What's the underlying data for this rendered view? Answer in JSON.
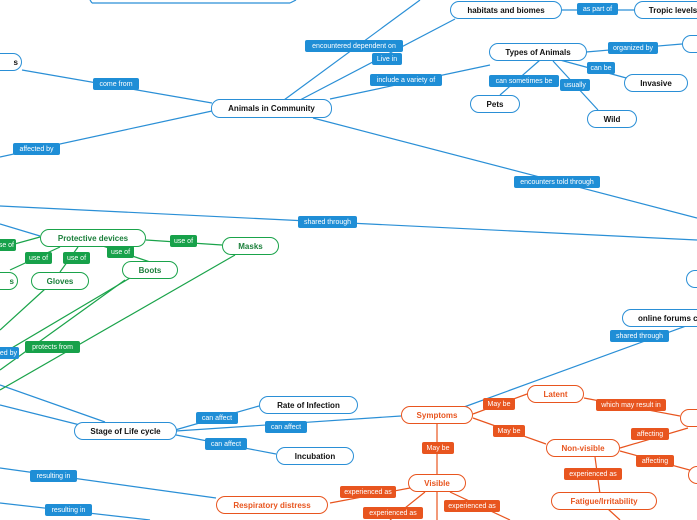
{
  "colors": {
    "blue": "#2a8fd6",
    "green": "#1aa34a",
    "orange": "#e8551f"
  },
  "nodes": {
    "animals_in_community": "Animals in Community",
    "habitats_biomes": "habitats and biomes",
    "tropic_levels": "Tropic levels",
    "types_of_animals": "Types of Animals",
    "invasive": "Invasive",
    "pets": "Pets",
    "wild": "Wild",
    "partial_left_top": "s",
    "protective_devices": "Protective devices",
    "masks": "Masks",
    "boots": "Boots",
    "gloves": "Gloves",
    "partial_left_mid": "s",
    "online_forums": "online forums c",
    "stage_of_life_cycle": "Stage of Life cycle",
    "rate_of_infection": "Rate of Infection",
    "incubation": "Incubation",
    "symptoms": "Symptoms",
    "latent": "Latent",
    "non_visible": "Non-visible",
    "visible": "Visible",
    "respiratory_distress": "Respiratory distress",
    "fatigue_irritability": "Fatigue/Irritability"
  },
  "labels": {
    "come_from": "come from",
    "affected_by": "affected by",
    "encountered_dependent_on": "encountered dependent on",
    "live_in": "Live in",
    "include_variety": "include a variety of",
    "as_part_of": "as part of",
    "organized_by": "organized by",
    "can_be": "can be",
    "can_sometimes_be": "can sometimes be",
    "usually": "usually",
    "encounters_told_through": "encounters told through",
    "shared_through_1": "shared through",
    "use_of_1": "use of",
    "use_of_2": "use of",
    "use_of_3": "use of",
    "use_of_4": "use of",
    "use_of_5": "use of",
    "affected_by_2": "affected by",
    "protects_from": "protects from",
    "shared_through_2": "shared through",
    "can_affect_1": "can affect",
    "can_affect_2": "can affect",
    "can_affect_3": "can affect",
    "resulting_in_1": "resulting in",
    "resulting_in_2": "resulting in",
    "may_be_1": "May be",
    "may_be_2": "May be",
    "may_be_3": "May be",
    "which_may_result_in": "which may result in",
    "affecting_1": "affecting",
    "affecting_2": "affecting",
    "experienced_as_1": "experienced as",
    "experienced_as_2": "experienced as",
    "experienced_as_3": "experienced as",
    "experienced_as_4": "experienced as"
  }
}
